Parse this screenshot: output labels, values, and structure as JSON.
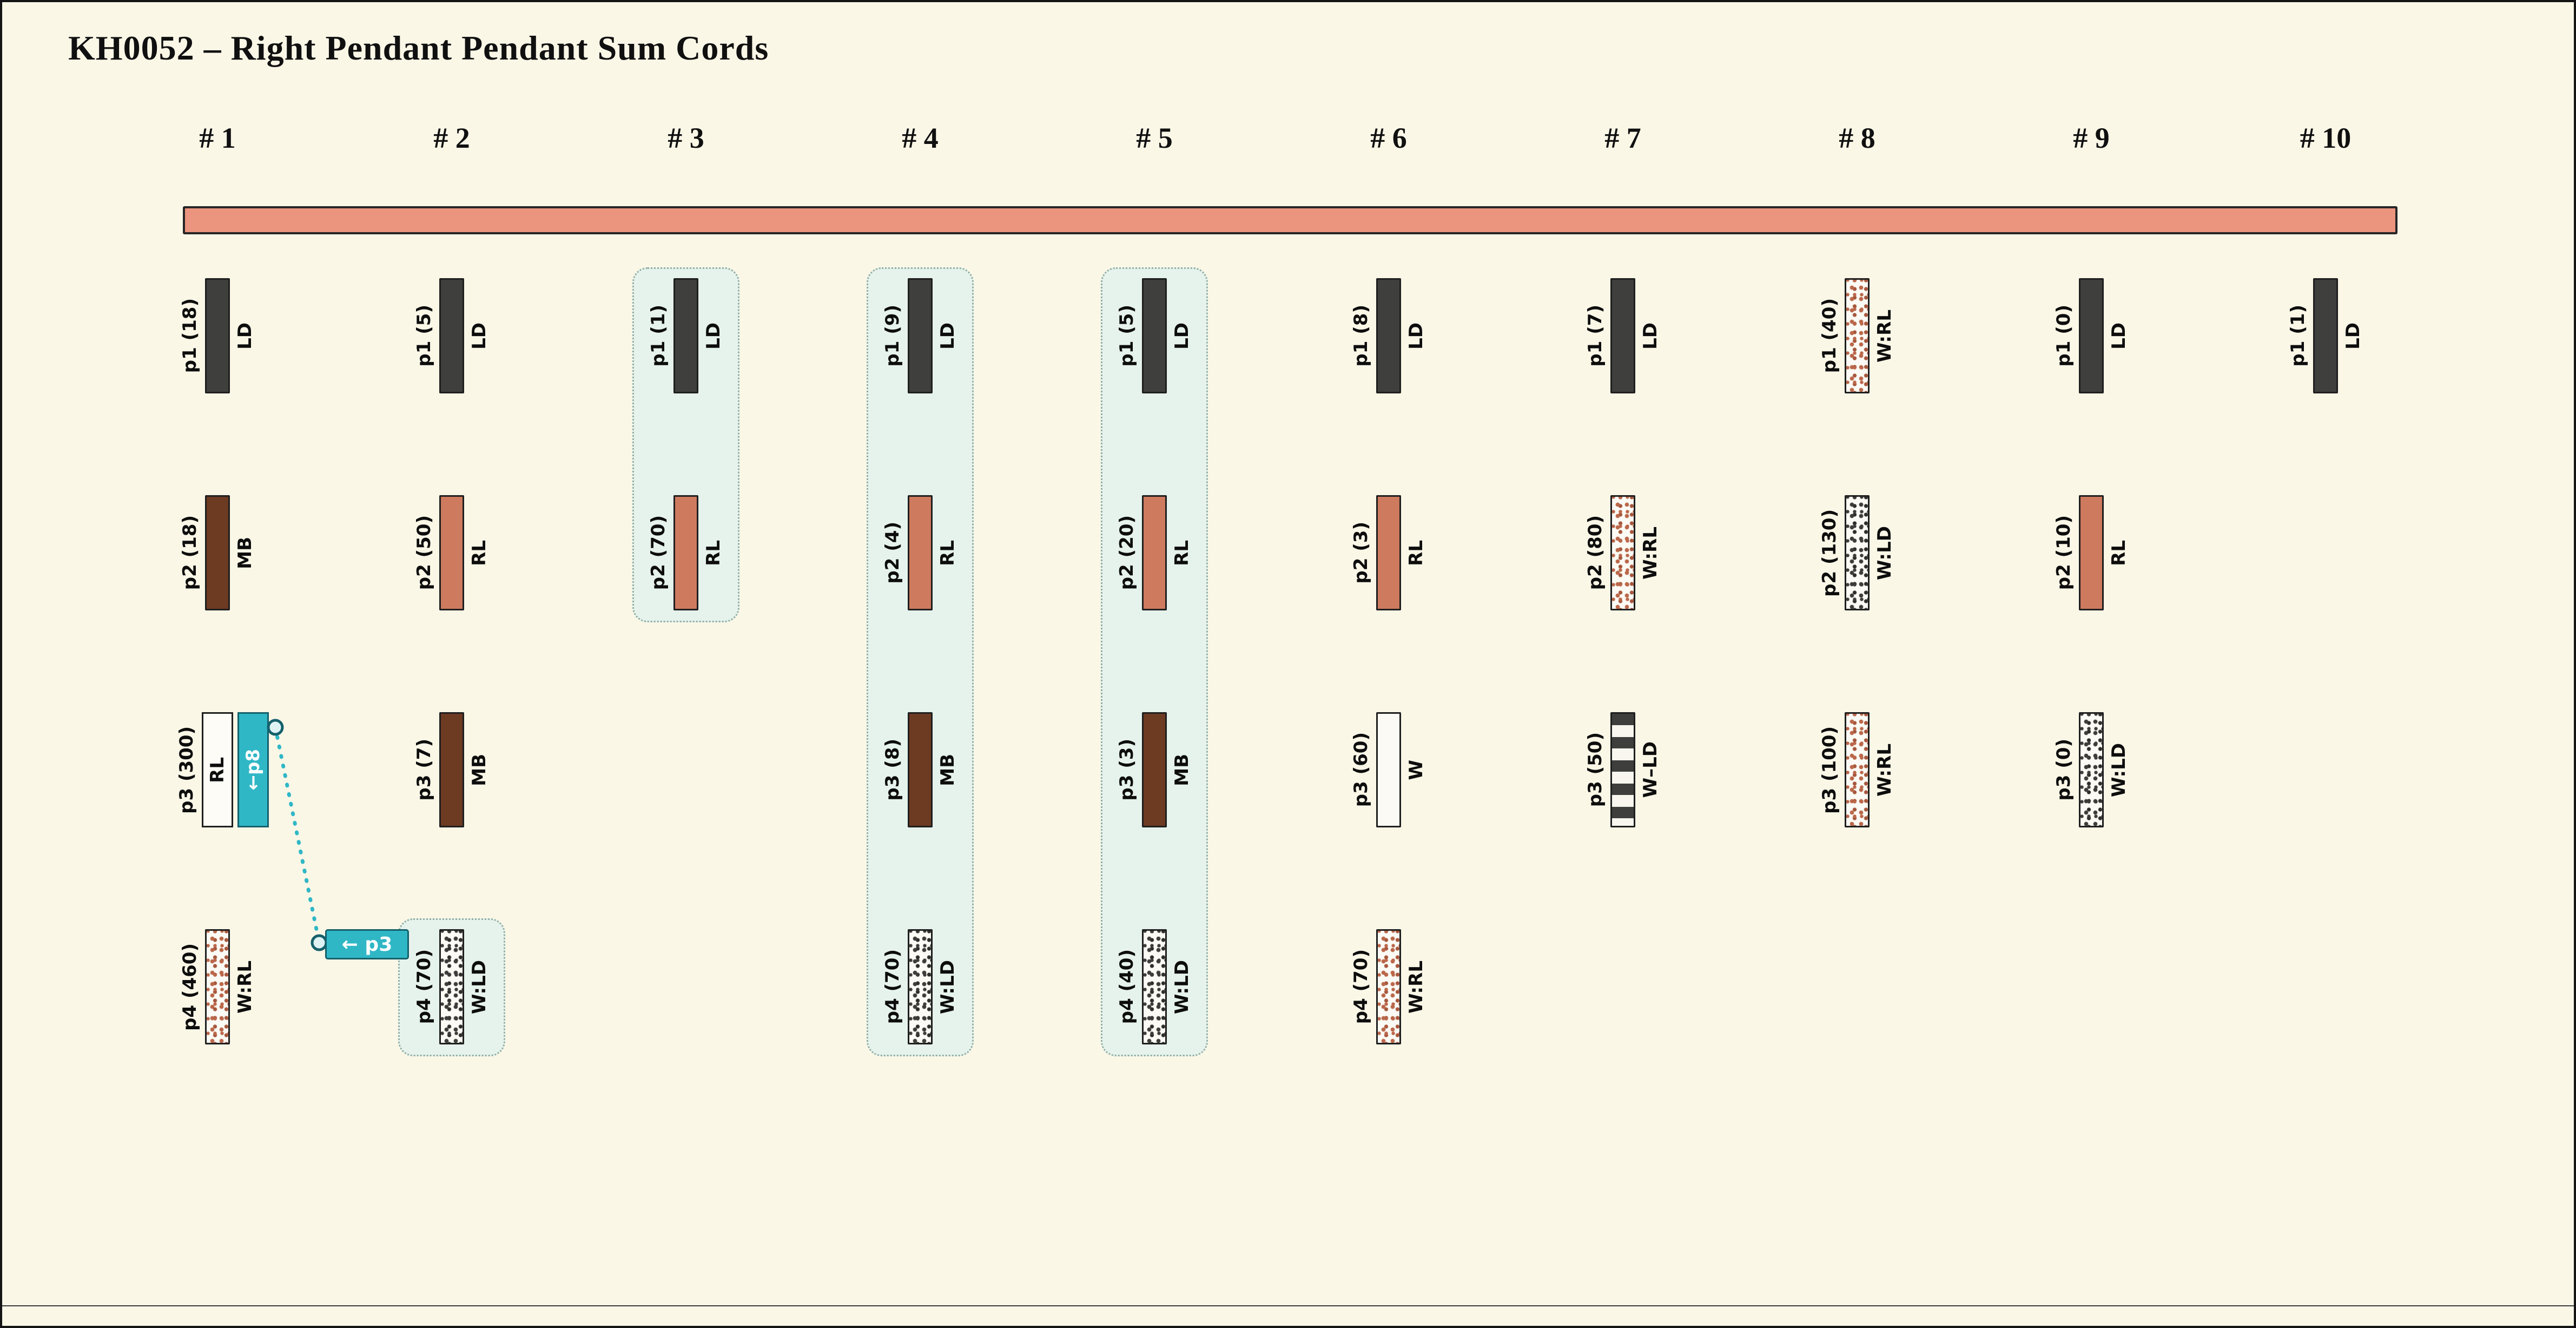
{
  "title": "KH0052 – Right Pendant Pendant Sum Cords",
  "colors": {
    "bg": "#faf7e7",
    "primary": "#eb947e",
    "teal": "#30b7c6",
    "teal_dark": "#15616c",
    "ld": "#3f3f3d",
    "mb": "#6d3a22",
    "rl": "#ce7a5f",
    "w": "#fbfaf4",
    "hl_bg": "#e6f3ec",
    "hl_border": "#93aea4"
  },
  "link": {
    "pointer_label": "← p3",
    "annotation_label": "←p8"
  },
  "clusters": [
    {
      "label": "# 1",
      "pendants": [
        {
          "row": 0,
          "name": "p1 (18)",
          "code": "LD",
          "style": "LD"
        },
        {
          "row": 1,
          "name": "p2 (18)",
          "code": "MB",
          "style": "MB"
        },
        {
          "row": 2,
          "name": "p3 (300)",
          "code": "RL",
          "style": "RL_BOX",
          "annotation": "←p8"
        },
        {
          "row": 3,
          "name": "p4 (460)",
          "code": "W:RL",
          "style": "W_RL"
        }
      ]
    },
    {
      "label": "# 2",
      "highlight": [
        3,
        3
      ],
      "pendants": [
        {
          "row": 0,
          "name": "p1 (5)",
          "code": "LD",
          "style": "LD"
        },
        {
          "row": 1,
          "name": "p2 (50)",
          "code": "RL",
          "style": "RL"
        },
        {
          "row": 2,
          "name": "p3 (7)",
          "code": "MB",
          "style": "MB"
        },
        {
          "row": 3,
          "name": "p4 (70)",
          "code": "W:LD",
          "style": "W_LD"
        }
      ]
    },
    {
      "label": "# 3",
      "highlight": [
        0,
        1
      ],
      "pendants": [
        {
          "row": 0,
          "name": "p1 (1)",
          "code": "LD",
          "style": "LD"
        },
        {
          "row": 1,
          "name": "p2 (70)",
          "code": "RL",
          "style": "RL"
        }
      ]
    },
    {
      "label": "# 4",
      "highlight": [
        0,
        3
      ],
      "pendants": [
        {
          "row": 0,
          "name": "p1 (9)",
          "code": "LD",
          "style": "LD"
        },
        {
          "row": 1,
          "name": "p2 (4)",
          "code": "RL",
          "style": "RL"
        },
        {
          "row": 2,
          "name": "p3 (8)",
          "code": "MB",
          "style": "MB"
        },
        {
          "row": 3,
          "name": "p4 (70)",
          "code": "W:LD",
          "style": "W_LD"
        }
      ]
    },
    {
      "label": "# 5",
      "highlight": [
        0,
        3
      ],
      "pendants": [
        {
          "row": 0,
          "name": "p1 (5)",
          "code": "LD",
          "style": "LD"
        },
        {
          "row": 1,
          "name": "p2 (20)",
          "code": "RL",
          "style": "RL"
        },
        {
          "row": 2,
          "name": "p3 (3)",
          "code": "MB",
          "style": "MB"
        },
        {
          "row": 3,
          "name": "p4 (40)",
          "code": "W:LD",
          "style": "W_LD"
        }
      ]
    },
    {
      "label": "# 6",
      "pendants": [
        {
          "row": 0,
          "name": "p1 (8)",
          "code": "LD",
          "style": "LD"
        },
        {
          "row": 1,
          "name": "p2 (3)",
          "code": "RL",
          "style": "RL"
        },
        {
          "row": 2,
          "name": "p3 (60)",
          "code": "W",
          "style": "W"
        },
        {
          "row": 3,
          "name": "p4 (70)",
          "code": "W:RL",
          "style": "W_RL"
        }
      ]
    },
    {
      "label": "# 7",
      "pendants": [
        {
          "row": 0,
          "name": "p1 (7)",
          "code": "LD",
          "style": "LD"
        },
        {
          "row": 1,
          "name": "p2 (80)",
          "code": "W:RL",
          "style": "W_RL"
        },
        {
          "row": 2,
          "name": "p3 (50)",
          "code": "W–LD",
          "style": "W_LD_STRIPE"
        }
      ]
    },
    {
      "label": "# 8",
      "pendants": [
        {
          "row": 0,
          "name": "p1 (40)",
          "code": "W:RL",
          "style": "W_RL"
        },
        {
          "row": 1,
          "name": "p2 (130)",
          "code": "W:LD",
          "style": "W_LD"
        },
        {
          "row": 2,
          "name": "p3 (100)",
          "code": "W:RL",
          "style": "W_RL"
        }
      ]
    },
    {
      "label": "# 9",
      "pendants": [
        {
          "row": 0,
          "name": "p1 (0)",
          "code": "LD",
          "style": "LD"
        },
        {
          "row": 1,
          "name": "p2 (10)",
          "code": "RL",
          "style": "RL"
        },
        {
          "row": 2,
          "name": "p3 (0)",
          "code": "W:LD",
          "style": "W_LD"
        }
      ]
    },
    {
      "label": "# 10",
      "pendants": [
        {
          "row": 0,
          "name": "p1 (1)",
          "code": "LD",
          "style": "LD"
        }
      ]
    }
  ]
}
